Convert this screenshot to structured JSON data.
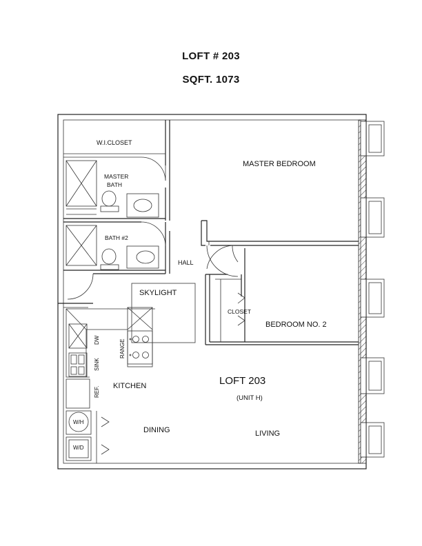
{
  "header": {
    "title": "LOFT # 203",
    "sqft": "SQFT. 1073"
  },
  "rooms": {
    "wi_closet": "W.I.CLOSET",
    "master_bedroom": "MASTER BEDROOM",
    "master_bath_line1": "MASTER",
    "master_bath_line2": "BATH",
    "bath2": "BATH #2",
    "hall": "HALL",
    "skylight": "SKYLIGHT",
    "closet": "CLOSET",
    "bedroom2": "BEDROOM NO. 2",
    "dw": "DW",
    "range": "RANGE",
    "sink": "SINK",
    "ref": "REF.",
    "kitchen": "KITCHEN",
    "loft": "LOFT 203",
    "unit": "(UNIT H)",
    "wh": "W/H",
    "wd": "W/D",
    "dining": "DINING",
    "living": "LIVING"
  }
}
